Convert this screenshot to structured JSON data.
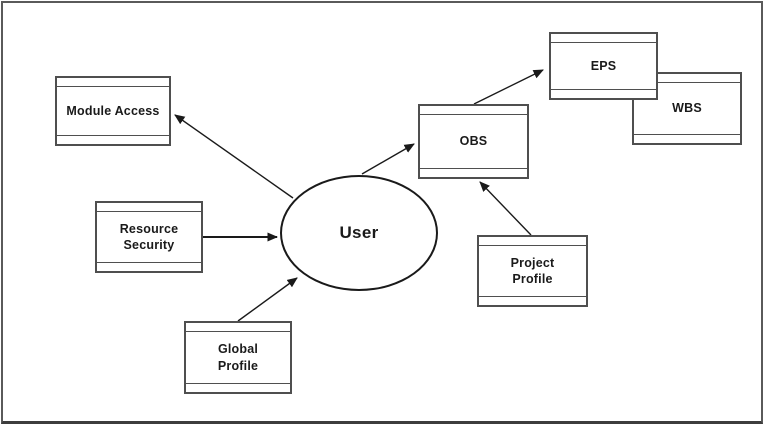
{
  "diagram": {
    "type": "dependency-diagram",
    "background": "#ffffff",
    "colors": {
      "box_border": "#4f4f4f",
      "line": "#1a1a1a",
      "text": "#1a1a1a",
      "frame": "#5a5a5a"
    },
    "nodes": {
      "module_access": {
        "label": "Module Access",
        "shape": "class-box"
      },
      "resource_security": {
        "label": "Resource\nSecurity",
        "shape": "class-box"
      },
      "global_profile": {
        "label": "Global\nProfile",
        "shape": "class-box"
      },
      "user": {
        "label": "User",
        "shape": "ellipse"
      },
      "obs": {
        "label": "OBS",
        "shape": "class-box"
      },
      "project_profile": {
        "label": "Project\nProfile",
        "shape": "class-box"
      },
      "eps": {
        "label": "EPS",
        "shape": "class-box"
      },
      "wbs": {
        "label": "WBS",
        "shape": "class-box"
      }
    },
    "edges": [
      {
        "from": "user",
        "to": "module_access",
        "arrow": "filled-triangle"
      },
      {
        "from": "resource_security",
        "to": "user",
        "arrow": "filled-triangle"
      },
      {
        "from": "global_profile",
        "to": "user",
        "arrow": "filled-triangle"
      },
      {
        "from": "user",
        "to": "obs",
        "arrow": "filled-triangle"
      },
      {
        "from": "project_profile",
        "to": "obs",
        "arrow": "filled-triangle"
      },
      {
        "from": "obs",
        "to": "eps",
        "arrow": "filled-triangle"
      }
    ]
  }
}
